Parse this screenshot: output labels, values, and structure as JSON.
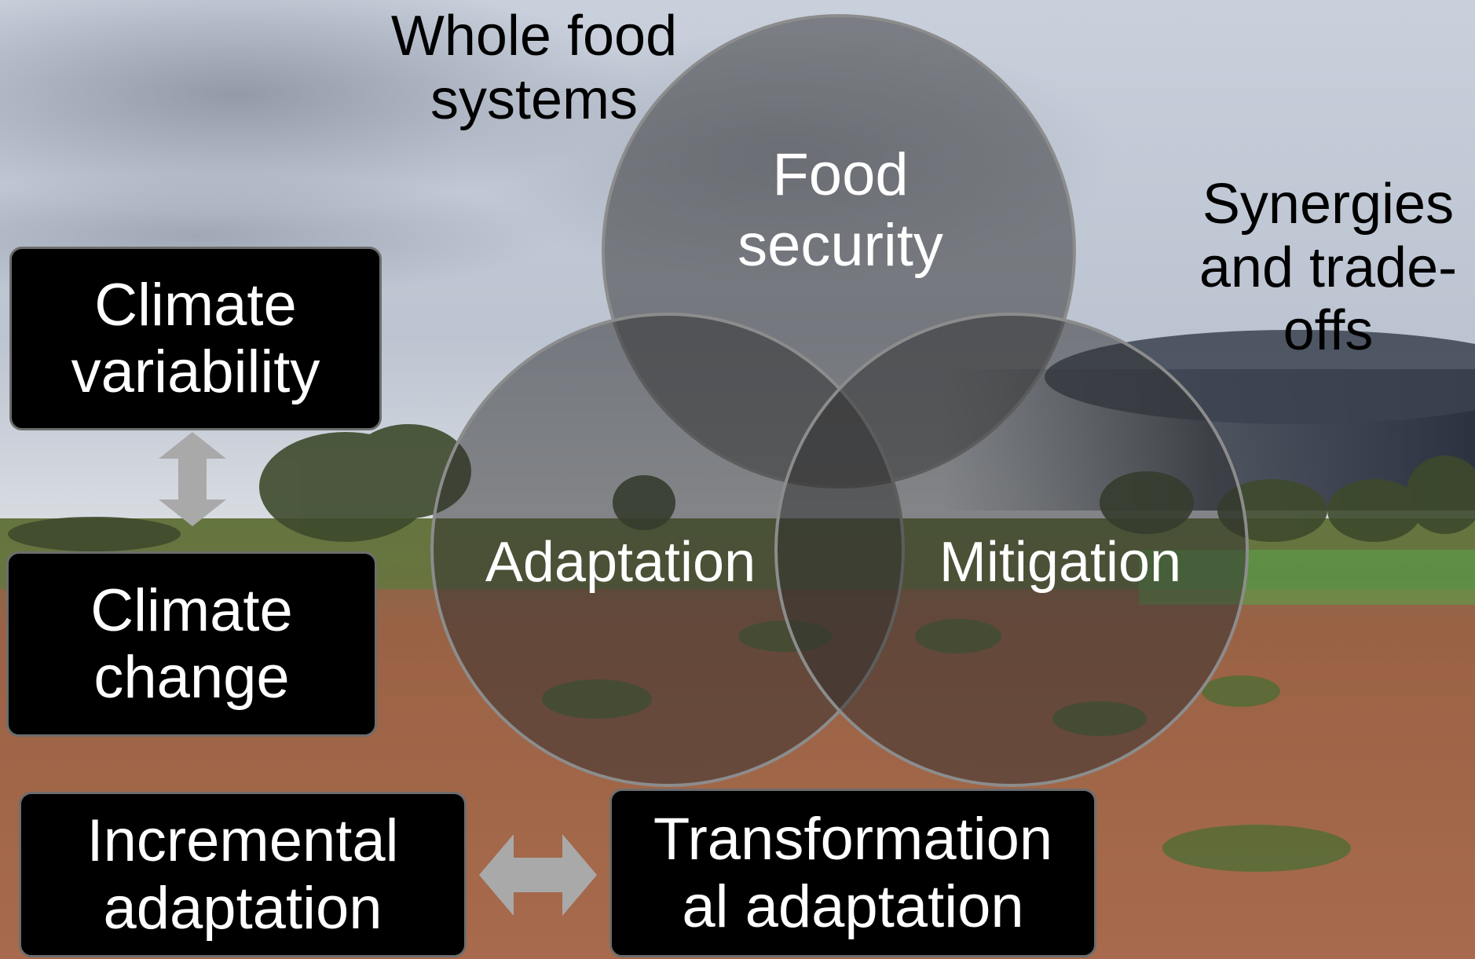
{
  "title": {
    "lines": [
      "Whole food",
      "systems"
    ]
  },
  "side_note": {
    "lines": [
      "Synergies",
      "and trade-",
      "offs"
    ]
  },
  "circles": {
    "top": {
      "lines": [
        "Food",
        "security"
      ]
    },
    "left": {
      "lines": [
        "Adaptation"
      ]
    },
    "right": {
      "lines": [
        "Mitigation"
      ]
    }
  },
  "boxes": {
    "variability": {
      "lines": [
        "Climate",
        "variability"
      ]
    },
    "change": {
      "lines": [
        "Climate",
        "change"
      ]
    },
    "incremental": {
      "lines": [
        "Incremental",
        "adaptation"
      ]
    },
    "transformational": {
      "lines": [
        "Transformation",
        "al adaptation"
      ]
    }
  },
  "icons": {
    "vertical_arrow": "double-headed-vertical-arrow-icon",
    "horizontal_arrow": "double-headed-horizontal-arrow-icon"
  },
  "colors": {
    "box_fill": "#000000",
    "arrow_fill": "#a9a9a9",
    "circle_fill": "#3a3a3a",
    "circle_stroke": "#8c8c8c"
  }
}
